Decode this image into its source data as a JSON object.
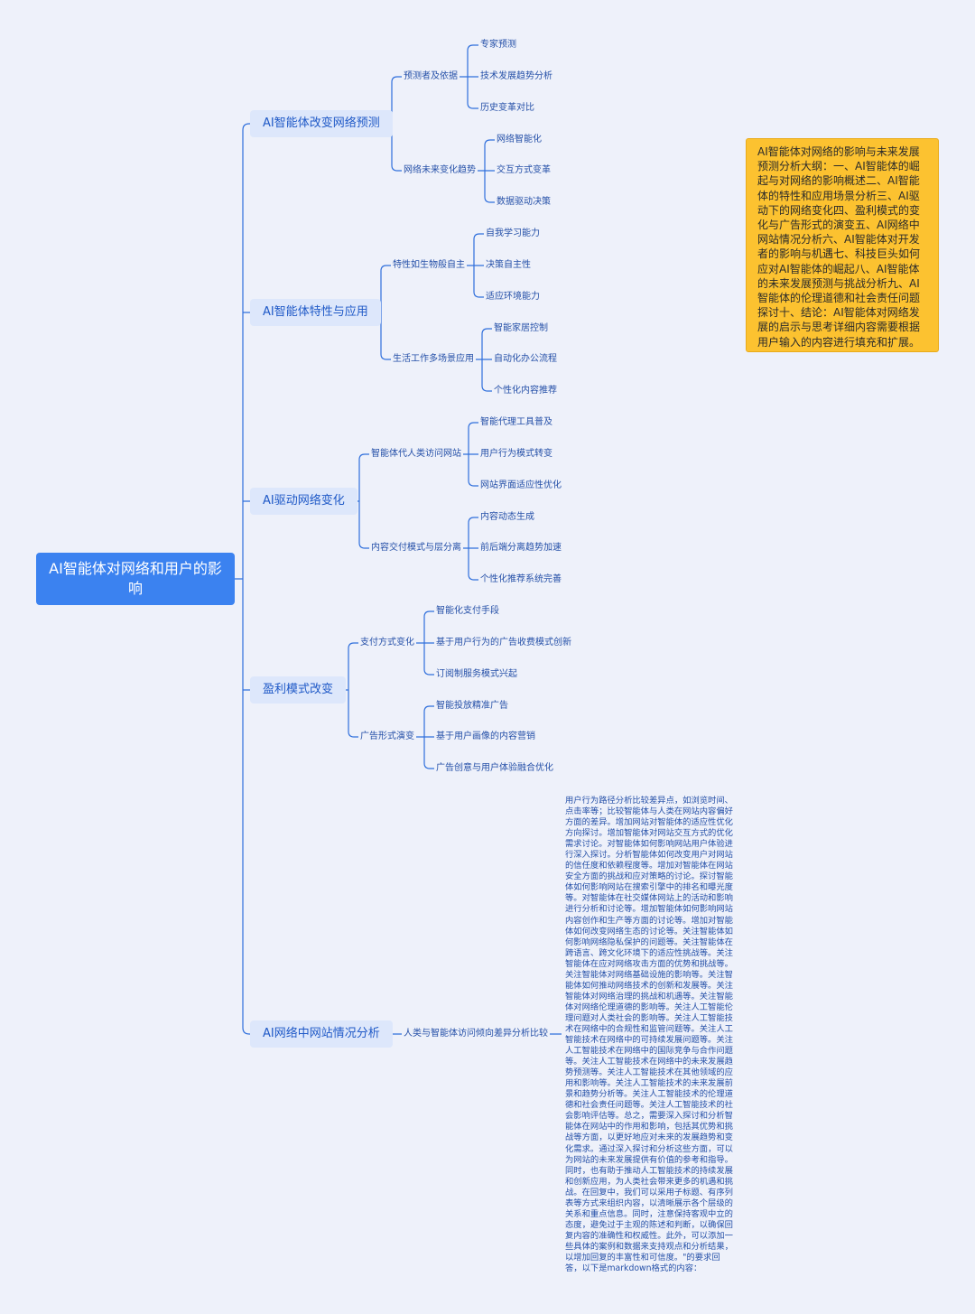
{
  "root": {
    "label": "AI智能体对网络和用户的影响"
  },
  "branches": [
    {
      "label": "AI智能体改变网络预测",
      "subs": [
        {
          "label": "预测者及依据",
          "leaves": [
            "专家预测",
            "技术发展趋势分析",
            "历史变革对比"
          ]
        },
        {
          "label": "网络未来变化趋势",
          "leaves": [
            "网络智能化",
            "交互方式变革",
            "数据驱动决策"
          ]
        }
      ]
    },
    {
      "label": "AI智能体特性与应用",
      "subs": [
        {
          "label": "特性如生物般自主",
          "leaves": [
            "自我学习能力",
            "决策自主性",
            "适应环境能力"
          ]
        },
        {
          "label": "生活工作多场景应用",
          "leaves": [
            "智能家居控制",
            "自动化办公流程",
            "个性化内容推荐"
          ]
        }
      ]
    },
    {
      "label": "AI驱动网络变化",
      "subs": [
        {
          "label": "智能体代人类访问网站",
          "leaves": [
            "智能代理工具普及",
            "用户行为模式转变",
            "网站界面适应性优化"
          ]
        },
        {
          "label": "内容交付模式与层分离",
          "leaves": [
            "内容动态生成",
            "前后端分离趋势加速",
            "个性化推荐系统完善"
          ]
        }
      ]
    },
    {
      "label": "盈利模式改变",
      "subs": [
        {
          "label": "支付方式变化",
          "leaves": [
            "智能化支付手段",
            "基于用户行为的广告收费模式创新",
            "订阅制服务模式兴起"
          ]
        },
        {
          "label": "广告形式演变",
          "leaves": [
            "智能投放精准广告",
            "基于用户画像的内容营销",
            "广告创意与用户体验融合优化"
          ]
        }
      ]
    },
    {
      "label": "AI网络中网站情况分析",
      "subs": [
        {
          "label": "人类与智能体访问倾向差异分析比较",
          "leaves": []
        }
      ]
    }
  ],
  "note": "AI智能体对网络的影响与未来发展预测分析大纲：一、AI智能体的崛起与对网络的影响概述二、AI智能体的特性和应用场景分析三、AI驱动下的网络变化四、盈利模式的变化与广告形式的演变五、AI网络中网站情况分析六、AI智能体对开发者的影响与机遇七、科技巨头如何应对AI智能体的崛起八、AI智能体的未来发展预测与挑战分析九、AI智能体的伦理道德和社会责任问题探讨十、结论：AI智能体对网络发展的启示与思考详细内容需要根据用户输入的内容进行填充和扩展。",
  "paragraph": "用户行为路径分析比较差异点，如浏览时间、点击率等；比较智能体与人类在网站内容偏好方面的差异。增加网站对智能体的适应性优化方向探讨。增加智能体对网站交互方式的优化需求讨论。对智能体如何影响网站用户体验进行深入探讨。分析智能体如何改变用户对网站的信任度和依赖程度等。增加对智能体在网站安全方面的挑战和应对策略的讨论。探讨智能体如何影响网站在搜索引擎中的排名和曝光度等。对智能体在社交媒体网站上的活动和影响进行分析和讨论等。增加智能体如何影响网站内容创作和生产等方面的讨论等。增加对智能体如何改变网络生态的讨论等。关注智能体如何影响网络隐私保护的问题等。关注智能体在跨语言、跨文化环境下的适应性挑战等。关注智能体在应对网络攻击方面的优势和挑战等。关注智能体对网络基础设施的影响等。关注智能体如何推动网络技术的创新和发展等。关注智能体对网络治理的挑战和机遇等。关注智能体对网络伦理道德的影响等。关注人工智能伦理问题对人类社会的影响等。关注人工智能技术在网络中的合规性和监管问题等。关注人工智能技术在网络中的可持续发展问题等。关注人工智能技术在网络中的国际竞争与合作问题等。关注人工智能技术在网络中的未来发展趋势预测等。关注人工智能技术在其他领域的应用和影响等。关注人工智能技术的未来发展前景和趋势分析等。关注人工智能技术的伦理道德和社会责任问题等。关注人工智能技术的社会影响评估等。总之，需要深入探讨和分析智能体在网站中的作用和影响，包括其优势和挑战等方面，以更好地应对未来的发展趋势和变化需求。通过深入探讨和分析这些方面，可以为网站的未来发展提供有价值的参考和指导。同时，也有助于推动人工智能技术的持续发展和创新应用，为人类社会带来更多的机遇和挑战。在回复中，我们可以采用子标题、有序列表等方式来组织内容，以清晰展示各个层级的关系和重点信息。同时，注意保持客观中立的态度，避免过于主观的陈述和判断，以确保回复内容的准确性和权威性。此外，可以添加一些具体的案例和数据来支持观点和分析结果，以增加回复的丰富性和可信度。\"的要求回答，以下是markdown格式的内容：",
  "colors": {
    "line": "#2f6fdc",
    "root": "#3b82f0",
    "branch_bg": "#dde7fb",
    "branch_text": "#1f59c7",
    "note_bg": "#fcc230",
    "background": "#eef1fa"
  }
}
